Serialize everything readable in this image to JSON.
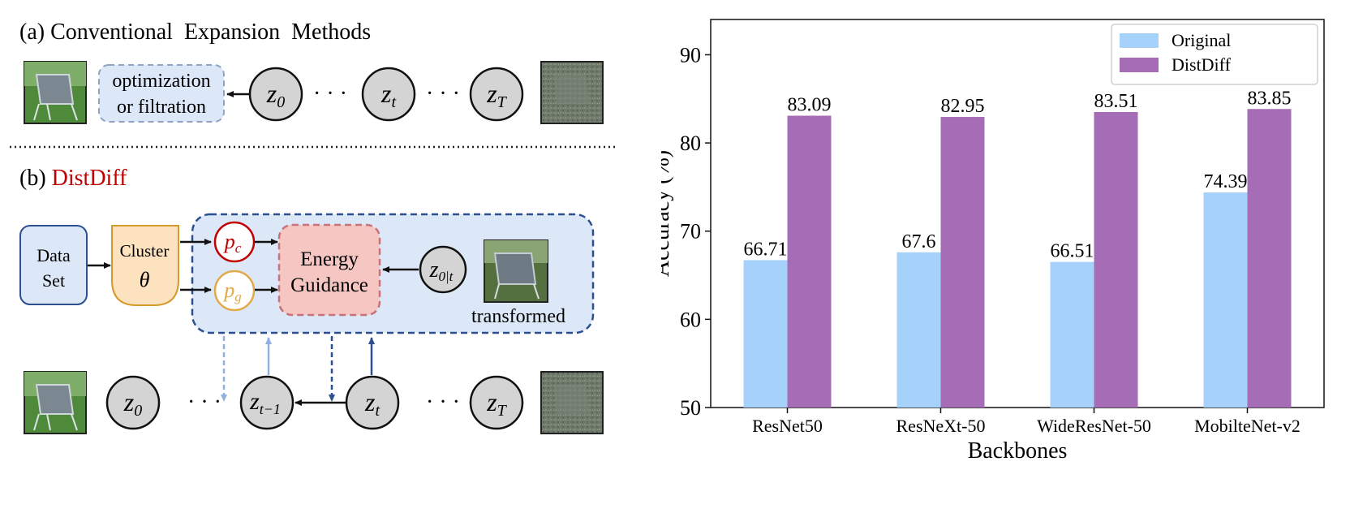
{
  "diagram": {
    "panel_a": {
      "prefix": "(a)",
      "title": "Conventional  Expansion  Methods",
      "method_box": [
        "optimization",
        "or filtration"
      ],
      "nodes": [
        {
          "base": "z",
          "sub": "0"
        },
        {
          "base": "z",
          "sub": "t"
        },
        {
          "base": "z",
          "sub": "T"
        }
      ],
      "dots": "· · ·"
    },
    "panel_b": {
      "prefix": "(b)",
      "title": "DistDiff",
      "data_set": [
        "Data",
        "Set"
      ],
      "cluster": [
        "Cluster",
        "θ"
      ],
      "pc": {
        "base": "p",
        "sub": "c"
      },
      "pg": {
        "base": "p",
        "sub": "g"
      },
      "energy": [
        "Energy",
        "Guidance"
      ],
      "z0t": {
        "base": "z",
        "sub": "0|t"
      },
      "transformed": "transformed",
      "chain": [
        {
          "base": "z",
          "sub": "0"
        },
        {
          "base": "z",
          "sub": "t−1"
        },
        {
          "base": "z",
          "sub": "t"
        },
        {
          "base": "z",
          "sub": "T"
        }
      ],
      "dots": "· · ·"
    },
    "icons": [
      "chair-photo-icon",
      "noisy-chair-photo-icon"
    ],
    "colors": {
      "red": "#c00000",
      "gold": "#e2a94a",
      "blue_box": "#dce8f8",
      "blue_border": "#2b4f8f",
      "energy_fill": "#f5c6c2",
      "cluster_fill": "#fde2c0"
    }
  },
  "chart_data": {
    "type": "bar",
    "categories": [
      "ResNet50",
      "ResNeXt-50",
      "WideResNet-50",
      "MobilteNet-v2"
    ],
    "series": [
      {
        "name": "Original",
        "values": [
          66.71,
          67.6,
          66.51,
          74.39
        ],
        "labels": [
          "66.71",
          "67.6",
          "66.51",
          "74.39"
        ],
        "color": "#a6d1fb"
      },
      {
        "name": "DistDiff",
        "values": [
          83.09,
          82.95,
          83.51,
          83.85
        ],
        "labels": [
          "83.09",
          "82.95",
          "83.51",
          "83.85"
        ],
        "color": "#a56db5"
      }
    ],
    "xlabel": "Backbones",
    "ylabel": "Accuracy (%)",
    "ylim": [
      50,
      94
    ],
    "yticks": [
      50,
      60,
      70,
      80,
      90
    ],
    "grid": false,
    "legend": "top-right"
  }
}
